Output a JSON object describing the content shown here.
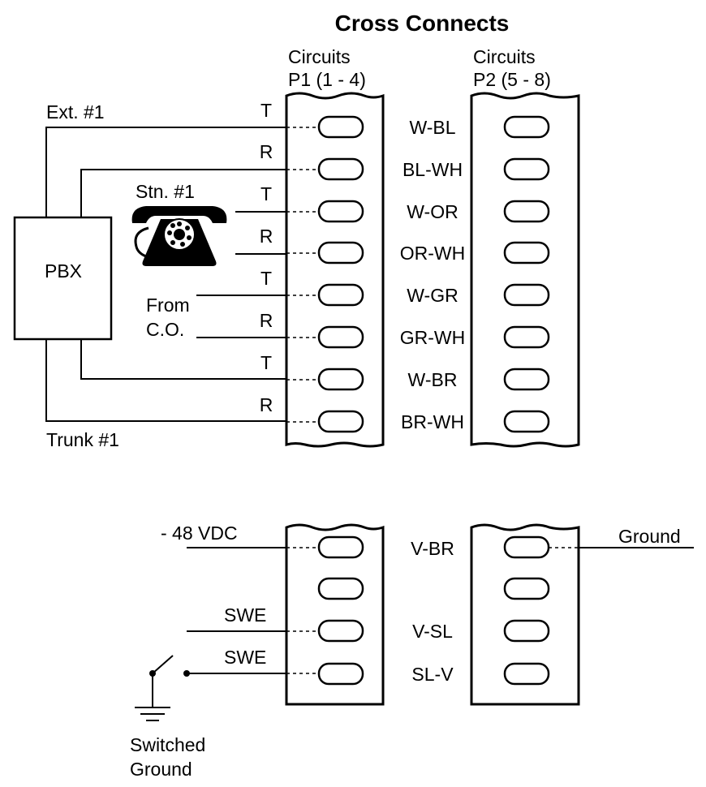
{
  "title": "Cross Connects",
  "panel_p1": {
    "line1": "Circuits",
    "line2": "P1 (1 - 4)"
  },
  "panel_p2": {
    "line1": "Circuits",
    "line2": "P2 (5 - 8)"
  },
  "pbx_label": "PBX",
  "ext_label": "Ext. #1",
  "stn_label": "Stn. #1",
  "from_label": "From",
  "co_label": "C.O.",
  "trunk_label": "Trunk #1",
  "tr_labels": [
    "T",
    "R",
    "T",
    "R",
    "T",
    "R",
    "T",
    "R"
  ],
  "pair_colors": [
    "W-BL",
    "BL-WH",
    "W-OR",
    "OR-WH",
    "W-GR",
    "GR-WH",
    "W-BR",
    "BR-WH"
  ],
  "lower": {
    "vdc_label": "- 48 VDC",
    "swe_label_1": "SWE",
    "swe_label_2": "SWE",
    "ground_label": "Ground",
    "switched_line1": "Switched",
    "switched_line2": "Ground",
    "pair_colors": [
      "V-BR",
      "V-SL",
      "SL-V"
    ]
  }
}
